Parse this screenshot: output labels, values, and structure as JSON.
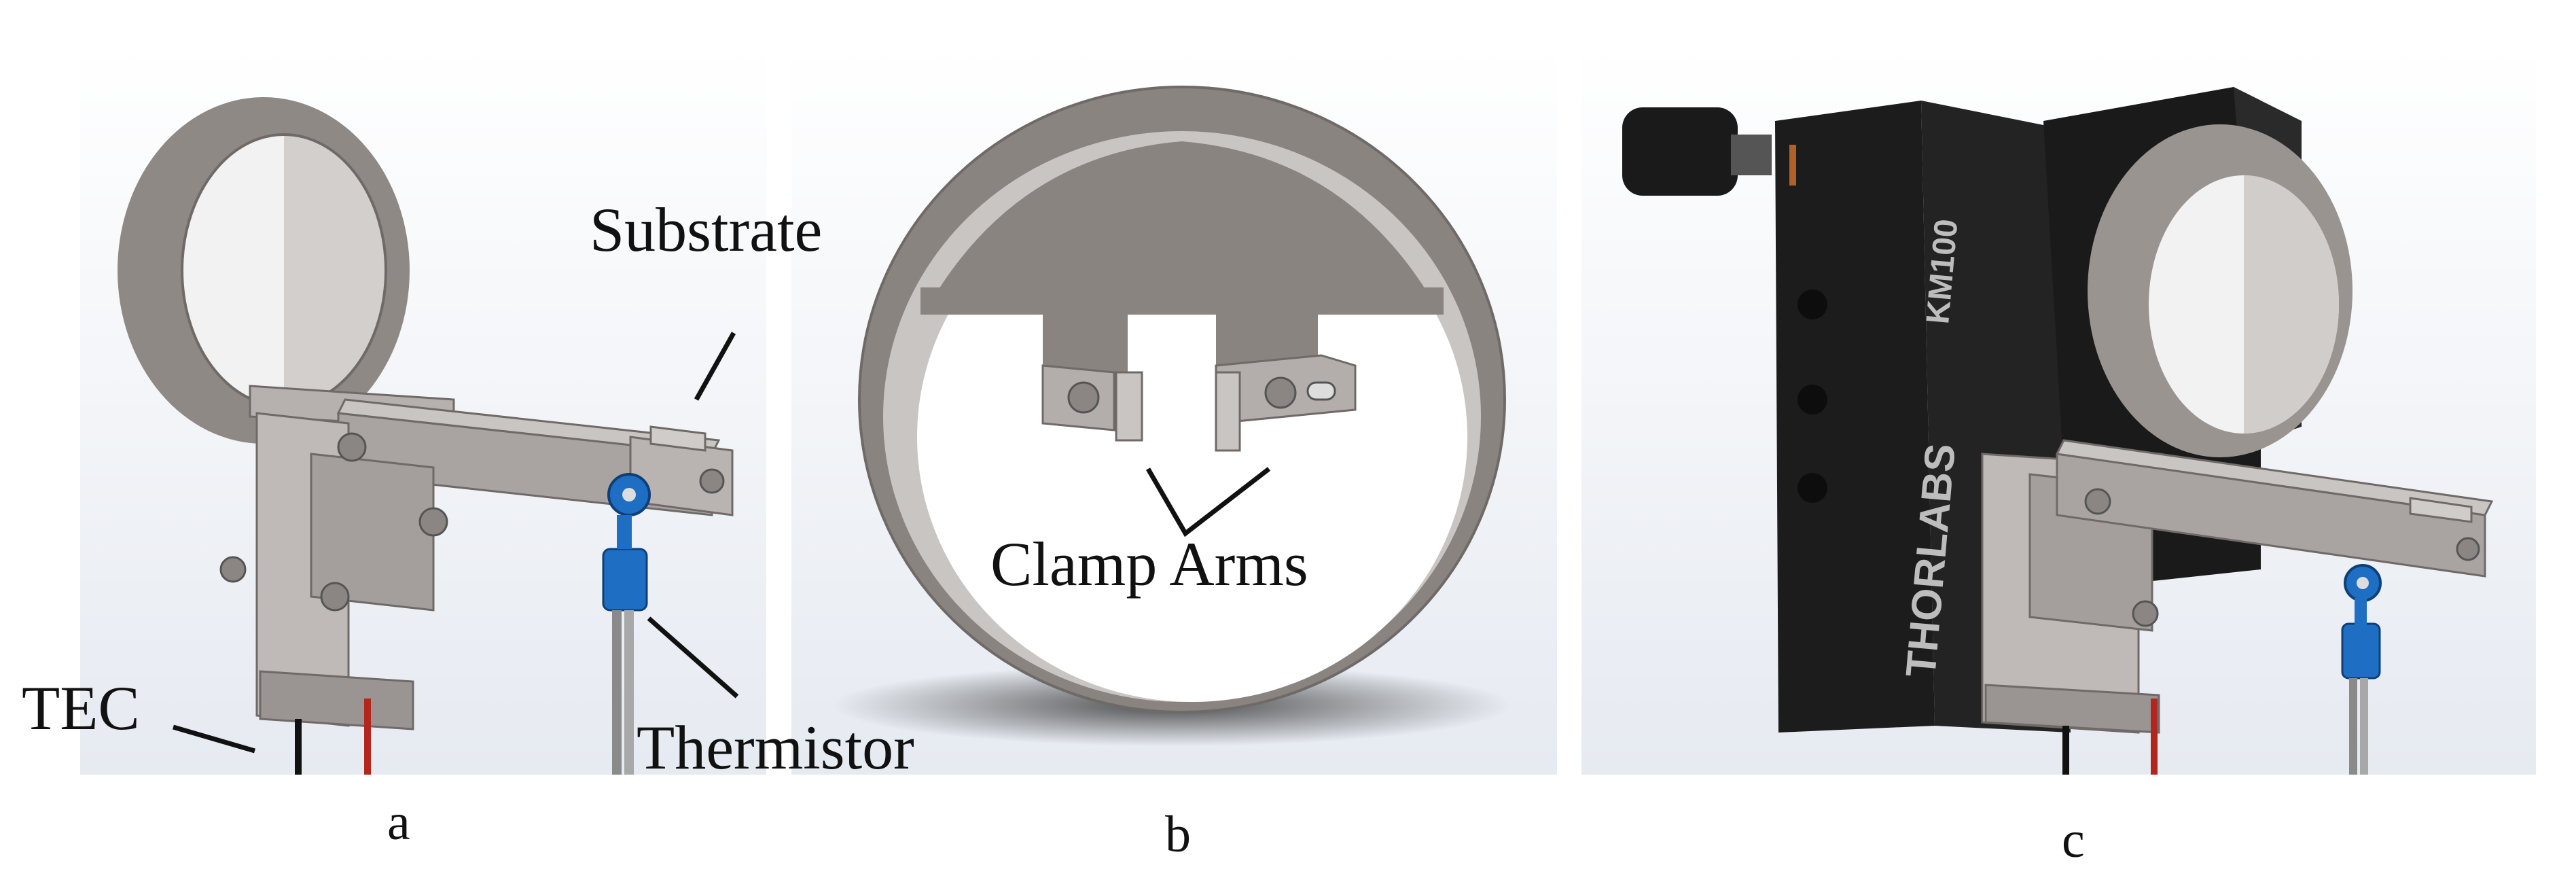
{
  "panels": [
    {
      "id": "a",
      "label": "a"
    },
    {
      "id": "b",
      "label": "b"
    },
    {
      "id": "c",
      "label": "c"
    }
  ],
  "callouts": {
    "substrate": "Substrate",
    "tec": "TEC",
    "thermistor": "Thermistor",
    "clamp_arms": "Clamp Arms"
  },
  "mount_branding": {
    "brand": "THORLABS",
    "model": "KM100"
  },
  "colors": {
    "aluminum": "#a29c99",
    "aluminum_light": "#cfcbc8",
    "aluminum_dark": "#7b7572",
    "mount_black": "#1c1c1c",
    "thermistor_blue": "#1e6fc4",
    "wire_red": "#b3261e",
    "background_top": "#ffffff",
    "background_bottom": "#e4e9f1"
  }
}
